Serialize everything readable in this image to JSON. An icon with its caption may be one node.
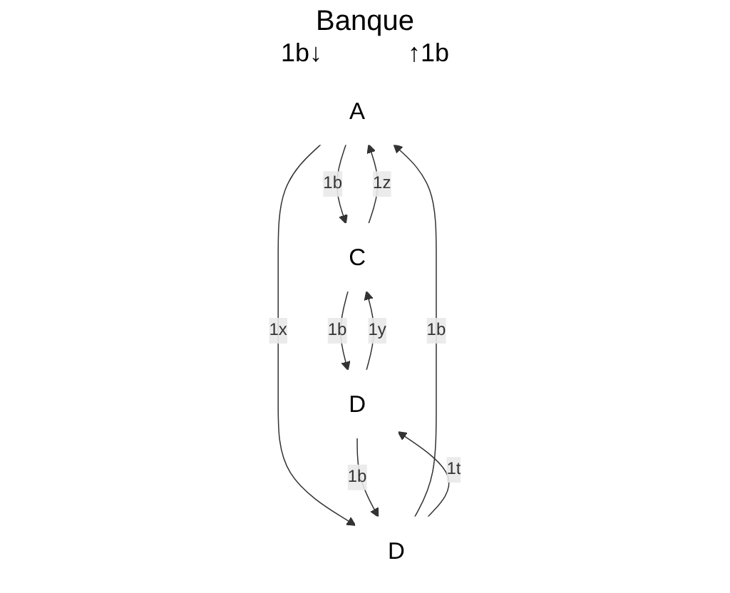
{
  "diagram": {
    "title": "Banque",
    "nodes": [
      {
        "text": [
          "A"
        ]
      },
      {
        "text": [
          "C"
        ]
      },
      {
        "text": [
          "D"
        ]
      },
      {
        "text": [
          "D"
        ]
      }
    ],
    "edges": [
      {
        "from": 0,
        "to": 1,
        "arrow": "to",
        "label": "1b"
      },
      {
        "from": 1,
        "to": 0,
        "arrow": "to",
        "label": "1z"
      },
      {
        "from": 0,
        "to": 2,
        "arrow": "to",
        "label": "1x"
      },
      {
        "from": 2,
        "to": 0,
        "arrow": "to",
        "label": "1b"
      },
      {
        "from": 2,
        "to": 3,
        "arrow": "to",
        "label": "1t"
      },
      {
        "from": 3,
        "to": 1,
        "arrow": "to",
        "label": "1y"
      },
      {
        "from": 1,
        "to": 3,
        "arrow": "to",
        "label": "1b"
      },
      {
        "from": 3,
        "to": 2,
        "arrow": "to",
        "label": "1b"
      }
    ],
    "labels": [
      "1b↓",
      "↑1b"
    ]
  }
}
